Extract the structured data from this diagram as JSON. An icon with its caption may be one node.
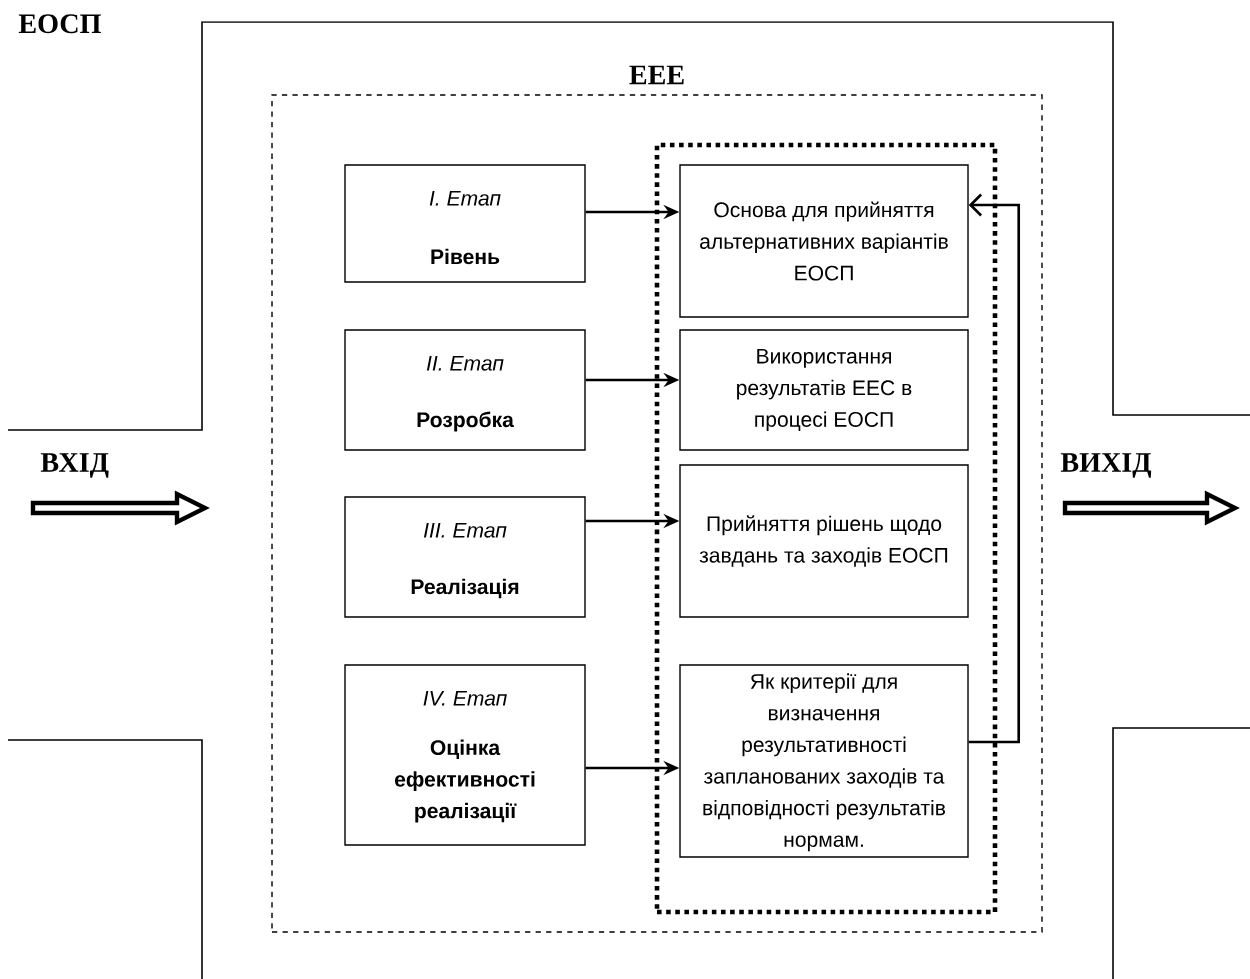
{
  "diagram": {
    "nodes": [
      {
        "text": [
          "ЕОСП"
        ]
      },
      {
        "text": [
          "ЕЕЕ"
        ],
        "in": 0
      },
      {
        "text": [],
        "shape": "box",
        "in": 1
      },
      {
        "text": [
          "I. Етап",
          "Рівень"
        ],
        "in": 1
      },
      {
        "text": [
          "II. Етап",
          "Розробка"
        ],
        "in": 1
      },
      {
        "text": [
          "III. Етап",
          "Реалізація"
        ],
        "in": 1
      },
      {
        "text": [
          "IV. Етап",
          "Оцінка ефективності реалізації"
        ],
        "in": 1
      },
      {
        "text": [
          "Основа для прийняття альтернативних варіантів ЕОСП"
        ],
        "in": 2
      },
      {
        "text": [
          "Використання результатів ЕЕС в процесі ЕОСП"
        ],
        "in": 2
      },
      {
        "text": [
          "Прийняття рішень щодо завдань та заходів ЕОСП"
        ],
        "in": 2
      },
      {
        "text": [
          "Як критерії для визначення результативності запланованих заходів та відповідності результатів нормам."
        ],
        "in": 2
      }
    ],
    "edges": [
      {
        "from": 3,
        "to": 7,
        "arrow": "to"
      },
      {
        "from": 4,
        "to": 8,
        "arrow": "to"
      },
      {
        "from": 5,
        "to": 9,
        "arrow": "to"
      },
      {
        "from": 6,
        "to": 10,
        "arrow": "to"
      },
      {
        "from": 10,
        "to": 7,
        "arrow": "to"
      }
    ],
    "labels": [
      "ВХІД",
      "ВИХІД"
    ]
  }
}
